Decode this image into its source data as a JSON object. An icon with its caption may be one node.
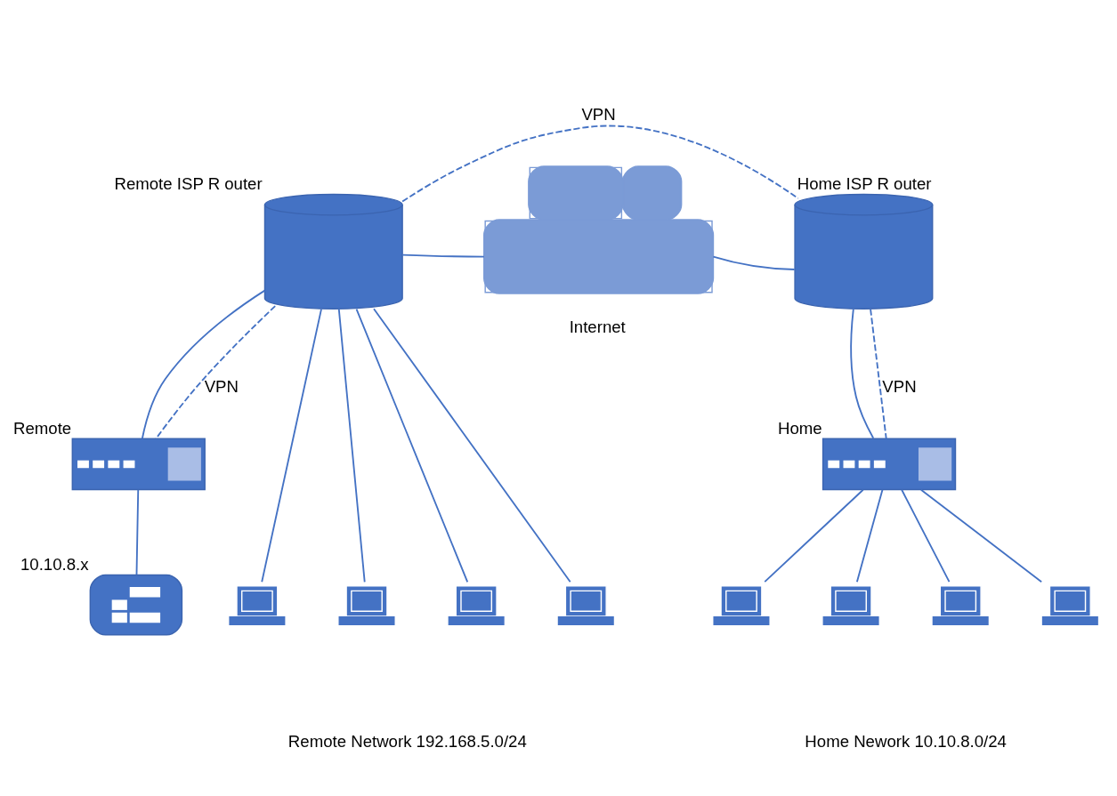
{
  "diagram": {
    "nodes": [
      {
        "text": [],
        "shape": "cylinder",
        "beside": [
          "Remote ISP R outer"
        ]
      },
      {
        "text": [],
        "shape": "cloud",
        "beside": [
          "Internet"
        ]
      },
      {
        "text": [],
        "shape": "cylinder",
        "beside": [
          "Home ISP R outer"
        ]
      },
      {
        "text": [],
        "shape": "box",
        "beside": [
          "Remote"
        ]
      },
      {
        "text": [],
        "shape": "box",
        "beside": [
          "Home"
        ]
      },
      {
        "text": [],
        "shape": "tablet",
        "beside": [
          "10.10.8.x"
        ]
      },
      {
        "text": [],
        "shape": "laptop"
      },
      {
        "text": [],
        "shape": "laptop"
      },
      {
        "text": [],
        "shape": "laptop"
      },
      {
        "text": [],
        "shape": "laptop"
      },
      {
        "text": [],
        "shape": "laptop"
      },
      {
        "text": [],
        "shape": "laptop"
      },
      {
        "text": [],
        "shape": "laptop"
      },
      {
        "text": [],
        "shape": "laptop"
      }
    ],
    "edges": [
      {
        "from": 0,
        "to": 1,
        "arrow": "none"
      },
      {
        "from": 1,
        "to": 2,
        "arrow": "none"
      },
      {
        "from": 0,
        "to": 2,
        "arrow": "none",
        "style": "dashed",
        "label": "VPN"
      },
      {
        "from": 0,
        "to": 3,
        "arrow": "none"
      },
      {
        "from": 0,
        "to": 3,
        "arrow": "none",
        "style": "dashed",
        "label": "VPN"
      },
      {
        "from": 2,
        "to": 4,
        "arrow": "none"
      },
      {
        "from": 2,
        "to": 4,
        "arrow": "none",
        "style": "dashed",
        "label": "VPN"
      },
      {
        "from": 3,
        "to": 5,
        "arrow": "none"
      },
      {
        "from": 0,
        "to": 6,
        "arrow": "none"
      },
      {
        "from": 0,
        "to": 7,
        "arrow": "none"
      },
      {
        "from": 0,
        "to": 8,
        "arrow": "none"
      },
      {
        "from": 0,
        "to": 9,
        "arrow": "none"
      },
      {
        "from": 4,
        "to": 10,
        "arrow": "none"
      },
      {
        "from": 4,
        "to": 11,
        "arrow": "none"
      },
      {
        "from": 4,
        "to": 12,
        "arrow": "none"
      },
      {
        "from": 4,
        "to": 13,
        "arrow": "none"
      }
    ],
    "labels": [
      "Remote Network 192.168.5.0/24",
      "Home Nework 10.10.8.0/24"
    ]
  }
}
